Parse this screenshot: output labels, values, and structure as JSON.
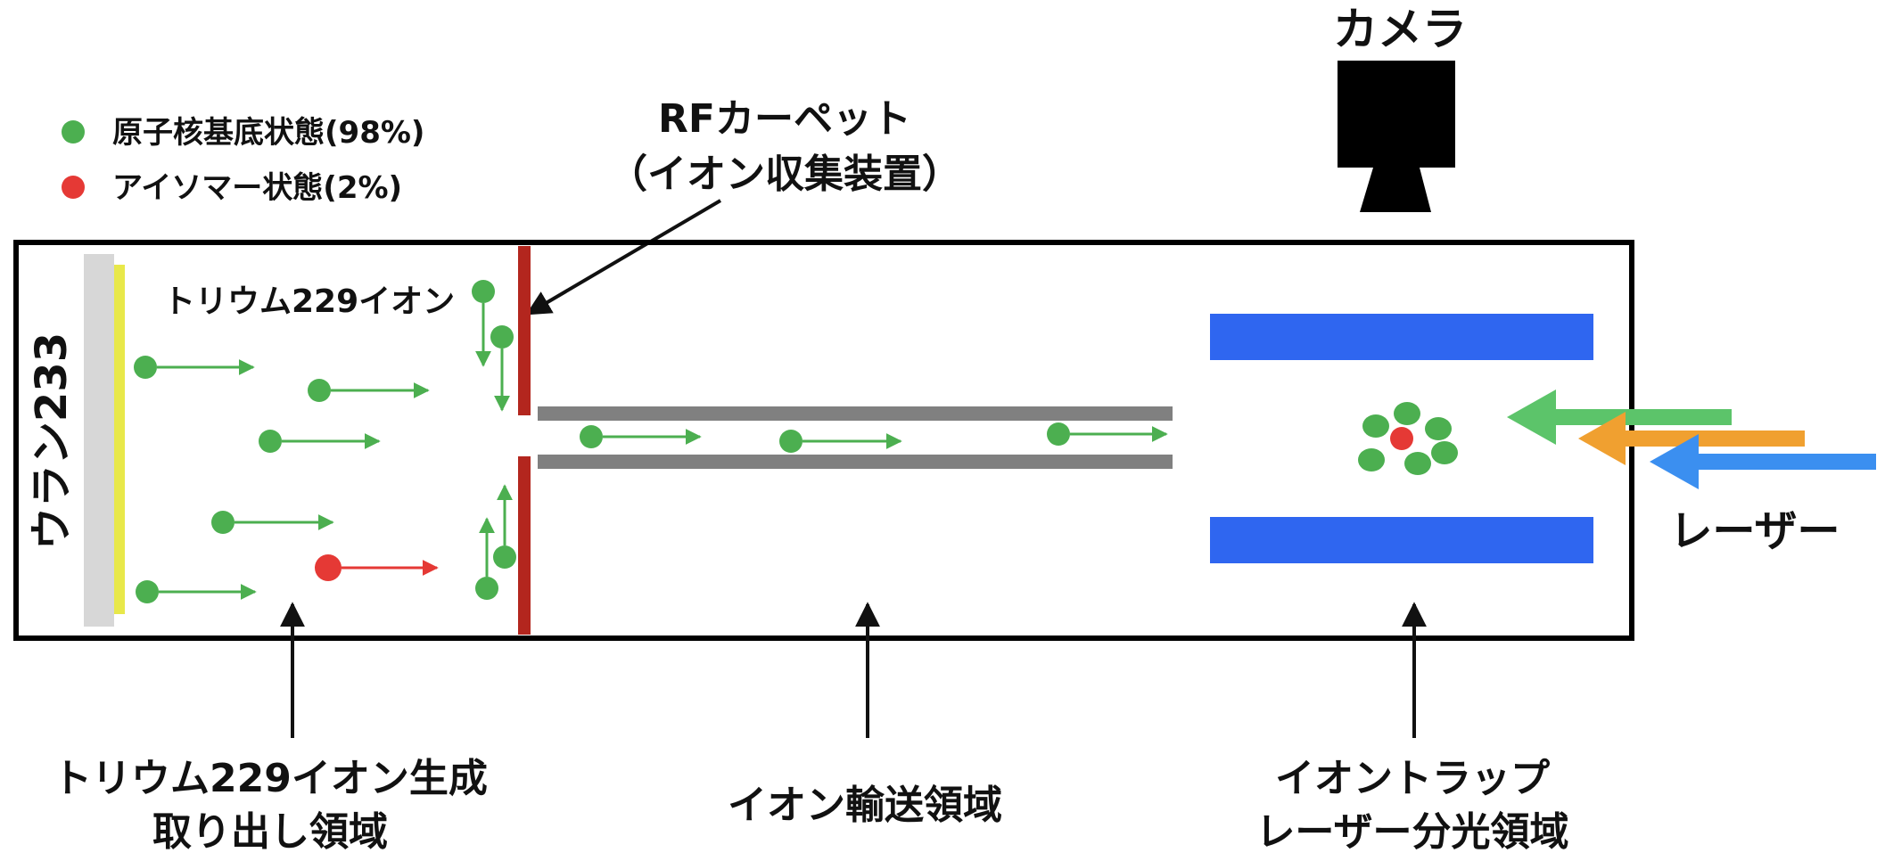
{
  "colors": {
    "ground_state": "#4caf50",
    "isomer_state": "#e53935",
    "rf_carpet": "#b3261e",
    "rails": "#808080",
    "trap_electrodes": "#2f66f0",
    "uranium_plate": "#d7d7d7",
    "uranium_film": "#e8e84a",
    "laser_green": "#5cc46a",
    "laser_orange": "#f0a030",
    "laser_blue": "#3b8ff0",
    "chamber_border": "#000000"
  },
  "legend": {
    "ground_label": "原子核基底状態(98%)",
    "isomer_label": "アイソマー状態(2%)"
  },
  "labels": {
    "camera": "カメラ",
    "rf_carpet_line1": "RFカーペット",
    "rf_carpet_line2": "（イオン収集装置）",
    "thorium_ion": "トリウム229イオン",
    "uranium": "ウラン233",
    "laser": "レーザー",
    "region_production_line1": "トリウム229イオン生成",
    "region_production_line2": "取り出し領域",
    "region_transport": "イオン輸送領域",
    "region_trap_line1": "イオントラップ",
    "region_trap_line2": "レーザー分光領域"
  }
}
